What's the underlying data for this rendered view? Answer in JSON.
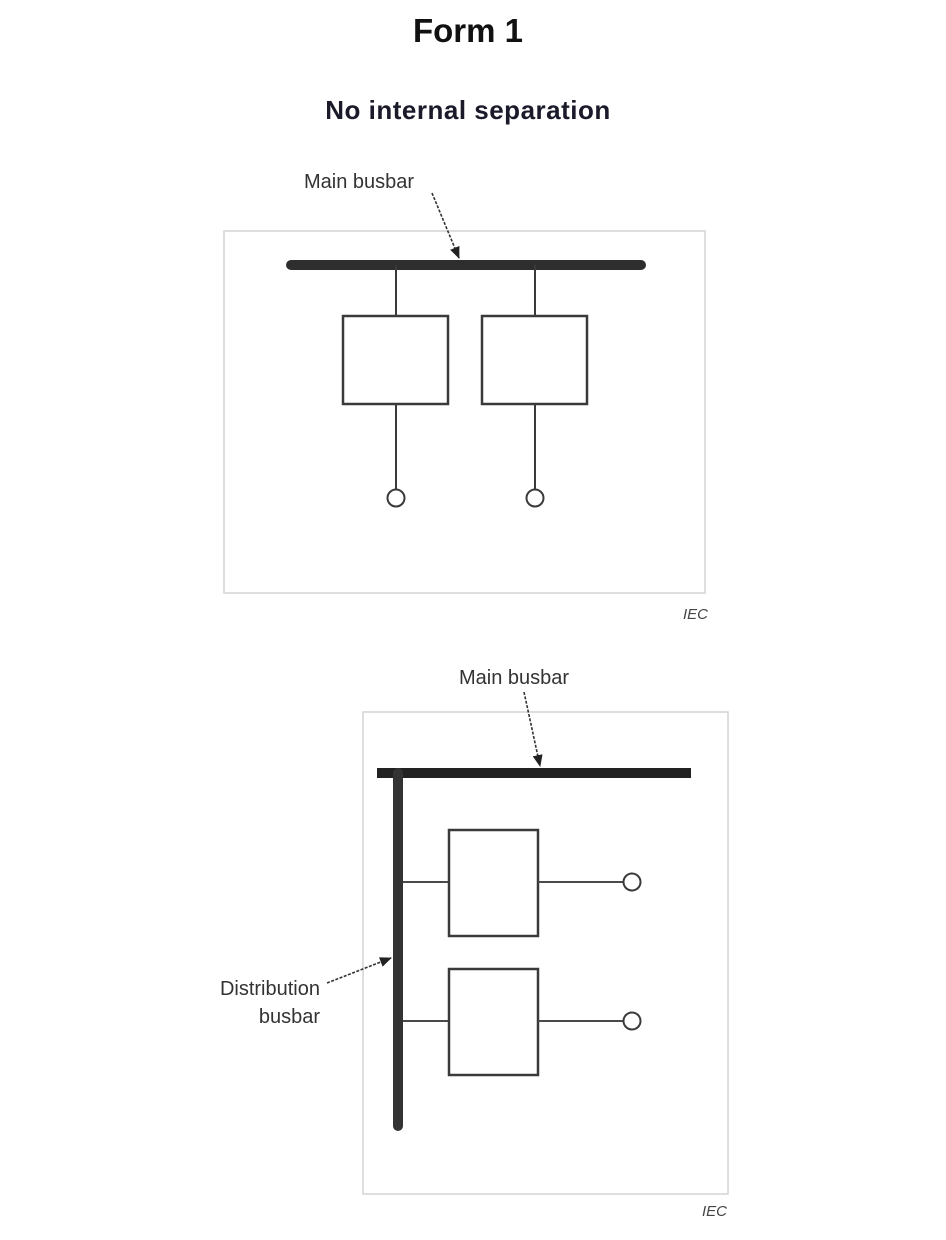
{
  "title": "Form 1",
  "subtitle": "No internal separation",
  "figure_a": {
    "label_main_busbar": "Main busbar",
    "functional_units": 2,
    "source_mark": "IEC"
  },
  "figure_b": {
    "label_main_busbar": "Main busbar",
    "label_distribution_line1": "Distribution",
    "label_distribution_line2": "busbar",
    "functional_units": 2,
    "source_mark": "IEC"
  },
  "colors": {
    "busbar": "#2e2e2e",
    "line": "#3a3a3a",
    "frame": "#d4d4d4"
  }
}
